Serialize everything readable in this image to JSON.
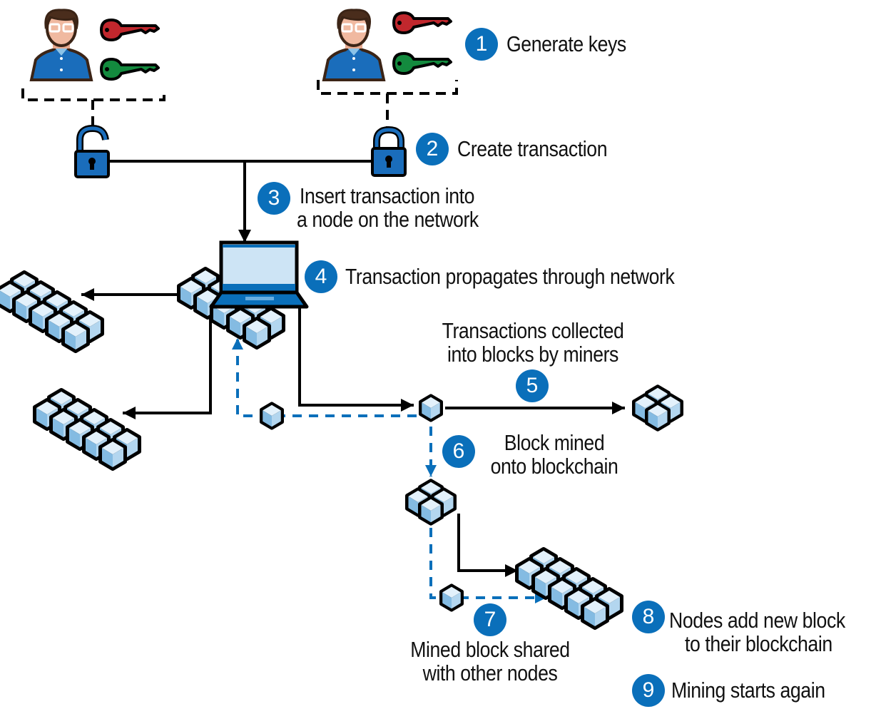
{
  "title": "Blockchain transaction flow",
  "colors": {
    "accent": "#0a6fba",
    "line": "#000000",
    "dashed_line": "#0a6fba",
    "private_key": "#c1272d",
    "public_key": "#138a3e",
    "cube_light": "#d9ecf8",
    "cube_mid": "#a9d0ec",
    "cube_dark": "#7fb6de"
  },
  "steps": [
    {
      "number": "1",
      "text": "Generate keys"
    },
    {
      "number": "2",
      "text": "Create transaction"
    },
    {
      "number": "3",
      "text": "Insert transaction into",
      "text2": "a node on the network"
    },
    {
      "number": "4",
      "text": "Transaction propagates through network"
    },
    {
      "number": "5",
      "text": "Transactions collected",
      "text2": "into blocks by miners"
    },
    {
      "number": "6",
      "text": "Block mined",
      "text2": "onto blockchain"
    },
    {
      "number": "7",
      "text": "Mined block shared",
      "text2": "with other nodes"
    },
    {
      "number": "8",
      "text": "Nodes add new block",
      "text2": "to their blockchain"
    },
    {
      "number": "9",
      "text": "Mining starts again"
    }
  ],
  "icons": {
    "user_left": "user-icon",
    "user_right": "user-icon",
    "private_key": "red-key-icon",
    "public_key": "green-key-icon",
    "lock_open": "unlocked-padlock-icon",
    "lock_closed": "locked-padlock-icon",
    "laptop": "laptop-icon",
    "blockchain": "blockchain-cubes-icon",
    "block": "single-block-icon"
  }
}
